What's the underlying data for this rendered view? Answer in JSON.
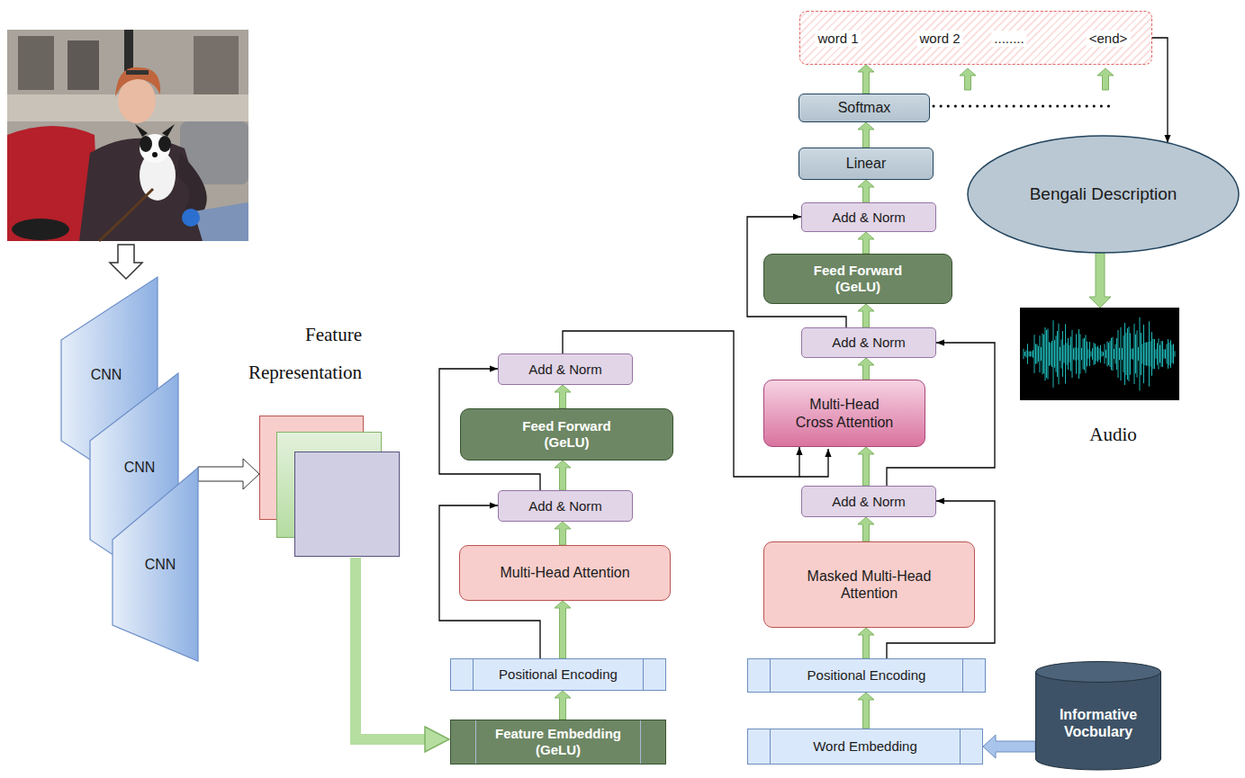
{
  "diagram": {
    "nodes": [
      {
        "text": [
          "CNN"
        ]
      },
      {
        "text": [
          "CNN"
        ]
      },
      {
        "text": [
          "CNN"
        ]
      },
      {
        "text": [
          "Feature Representation"
        ]
      },
      {
        "text": [
          "Feature Embedding (GeLU)"
        ]
      },
      {
        "text": [
          "Positional Encoding"
        ]
      },
      {
        "text": [
          "Multi-Head Attention"
        ]
      },
      {
        "text": [
          "Add & Norm"
        ]
      },
      {
        "text": [
          "Feed Forward (GeLU)"
        ]
      },
      {
        "text": [
          "Add & Norm"
        ]
      },
      {
        "text": [
          "Informative Vocbulary"
        ]
      },
      {
        "text": [
          "Word Embedding"
        ]
      },
      {
        "text": [
          "Positional Encoding"
        ]
      },
      {
        "text": [
          "Masked Multi-Head Attention"
        ]
      },
      {
        "text": [
          "Add & Norm"
        ]
      },
      {
        "text": [
          "Multi-Head Cross Attention"
        ]
      },
      {
        "text": [
          "Add & Norm"
        ]
      },
      {
        "text": [
          "Feed Forward (GeLU)"
        ]
      },
      {
        "text": [
          "Add & Norm"
        ]
      },
      {
        "text": [
          "Linear"
        ]
      },
      {
        "text": [
          "Softmax"
        ]
      },
      {
        "text": [
          "word 1",
          "word 2",
          "........",
          "<end>"
        ]
      },
      {
        "text": [
          "Bengali Description"
        ]
      },
      {
        "text": [
          "Audio"
        ]
      }
    ],
    "edges": [
      {
        "from": 2,
        "to": 3,
        "arrow": "to"
      },
      {
        "from": 3,
        "to": 4,
        "arrow": "to"
      },
      {
        "from": 4,
        "to": 5,
        "arrow": "to"
      },
      {
        "from": 5,
        "to": 6,
        "arrow": "to"
      },
      {
        "from": 5,
        "to": 7,
        "arrow": "to"
      },
      {
        "from": 6,
        "to": 7,
        "arrow": "to"
      },
      {
        "from": 7,
        "to": 8,
        "arrow": "to"
      },
      {
        "from": 7,
        "to": 9,
        "arrow": "to"
      },
      {
        "from": 8,
        "to": 9,
        "arrow": "to"
      },
      {
        "from": 9,
        "to": 15,
        "arrow": "to"
      },
      {
        "from": 10,
        "to": 11,
        "arrow": "to"
      },
      {
        "from": 11,
        "to": 12,
        "arrow": "to"
      },
      {
        "from": 12,
        "to": 13,
        "arrow": "to"
      },
      {
        "from": 12,
        "to": 14,
        "arrow": "to"
      },
      {
        "from": 13,
        "to": 14,
        "arrow": "to"
      },
      {
        "from": 14,
        "to": 15,
        "arrow": "to"
      },
      {
        "from": 14,
        "to": 16,
        "arrow": "to"
      },
      {
        "from": 15,
        "to": 16,
        "arrow": "to"
      },
      {
        "from": 16,
        "to": 17,
        "arrow": "to"
      },
      {
        "from": 16,
        "to": 18,
        "arrow": "to"
      },
      {
        "from": 17,
        "to": 18,
        "arrow": "to"
      },
      {
        "from": 18,
        "to": 19,
        "arrow": "to"
      },
      {
        "from": 19,
        "to": 20,
        "arrow": "to"
      },
      {
        "from": 20,
        "to": 21,
        "arrow": "to"
      },
      {
        "from": 21,
        "to": 22,
        "arrow": "to"
      },
      {
        "from": 22,
        "to": 23,
        "arrow": "to"
      }
    ]
  }
}
